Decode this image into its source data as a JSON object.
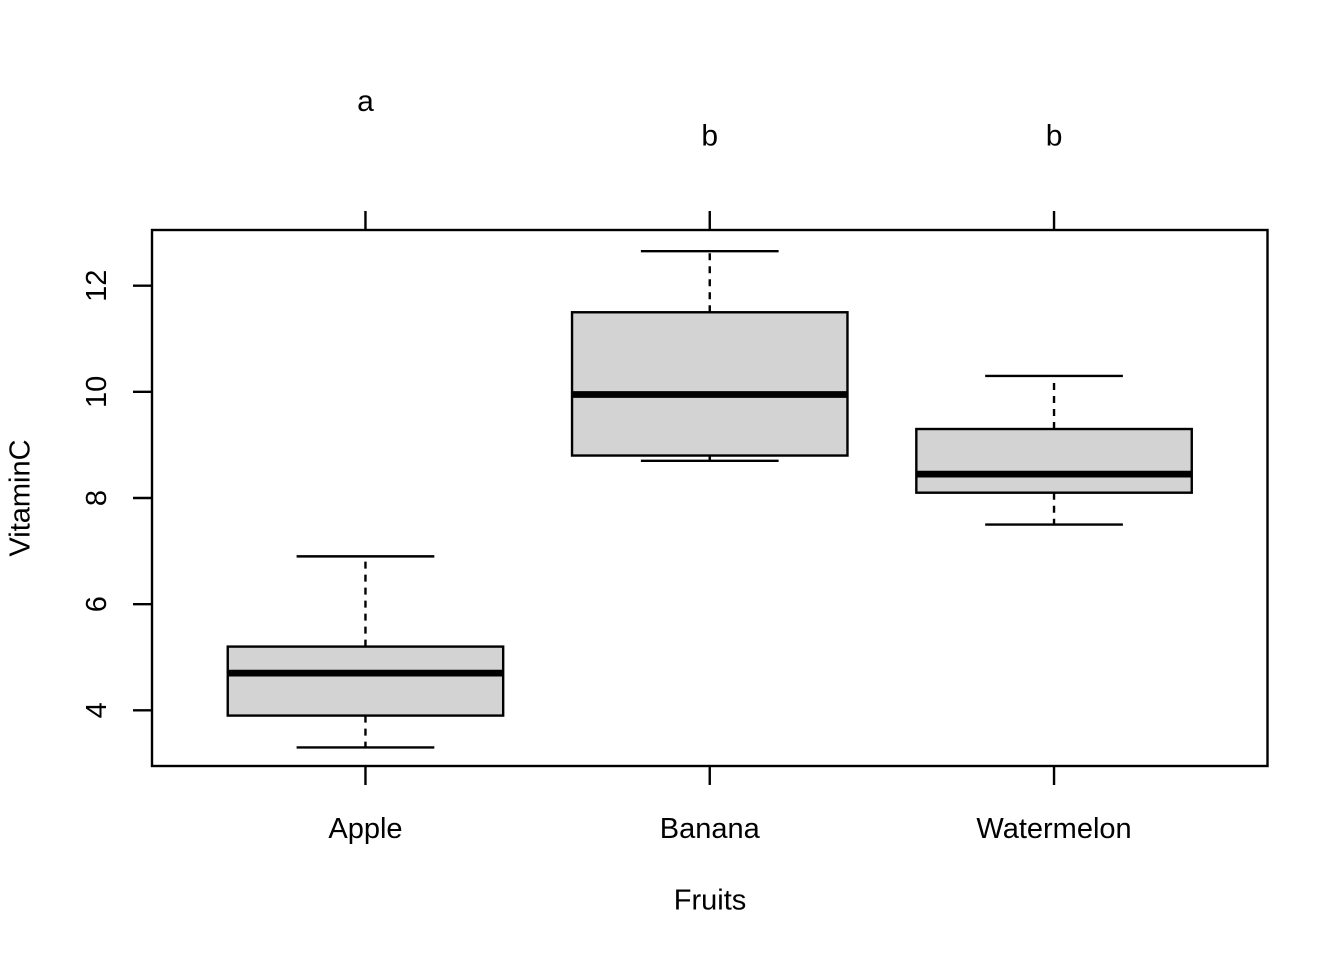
{
  "chart_data": {
    "type": "boxplot",
    "title": "",
    "xlabel": "Fruits",
    "ylabel": "VitaminC",
    "categories": [
      "Apple",
      "Banana",
      "Watermelon"
    ],
    "y_ticks": [
      4,
      6,
      8,
      10,
      12
    ],
    "ylim": [
      2.95,
      13.05
    ],
    "xlim": [
      0.38,
      3.62
    ],
    "grid": false,
    "legend": "none",
    "groups": [
      {
        "label": "Apple",
        "whisker_low": 3.3,
        "q1": 3.9,
        "median": 4.7,
        "q3": 5.2,
        "whisker_high": 6.9,
        "sig_letter": "a",
        "sig_letter_y": 15.5
      },
      {
        "label": "Banana",
        "whisker_low": 8.7,
        "q1": 8.8,
        "median": 9.95,
        "q3": 11.5,
        "whisker_high": 12.65,
        "sig_letter": "b",
        "sig_letter_y": 14.85
      },
      {
        "label": "Watermelon",
        "whisker_low": 7.5,
        "q1": 8.1,
        "median": 8.45,
        "q3": 9.3,
        "whisker_high": 10.3,
        "sig_letter": "b",
        "sig_letter_y": 14.85
      }
    ],
    "colors": {
      "box_fill": "#d3d3d3",
      "stroke": "#000000",
      "text": "#000000",
      "background": "#ffffff"
    }
  }
}
